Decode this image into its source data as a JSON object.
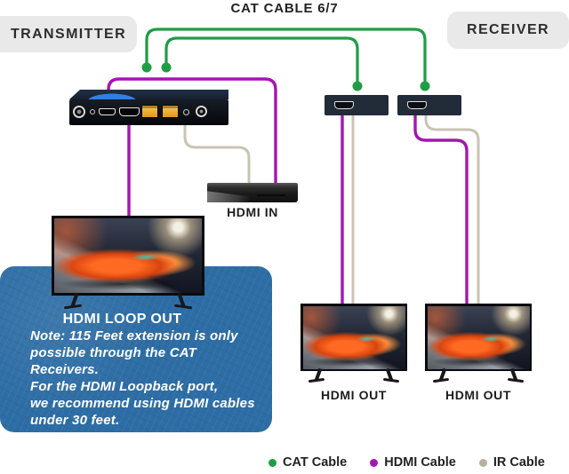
{
  "title": "CAT CABLE 6/7",
  "boxes": {
    "transmitter": "TRANSMITTER",
    "receiver": "RECEIVER"
  },
  "labels": {
    "hdmi_in": "HDMI IN",
    "hdmi_loop_out": "HDMI LOOP OUT",
    "hdmi_out_left": "HDMI OUT",
    "hdmi_out_right": "HDMI OUT"
  },
  "note": "Note: 115 Feet extension is only\npossible through the CAT Receivers.\nFor the HDMI Loopback port,\nwe recommend using HDMI cables\nunder 30 feet.",
  "legend": {
    "items": [
      {
        "name": "cat",
        "label": "CAT Cable",
        "color": "#1f9d45"
      },
      {
        "name": "hdmi",
        "label": "HDMI Cable",
        "color": "#a615b2"
      },
      {
        "name": "ir",
        "label": "IR Cable",
        "color": "#b7b0a2"
      }
    ]
  },
  "colors": {
    "cat_cable": "#1f9d45",
    "hdmi_cable": "#a615b2",
    "ir_cable": "#c9c3b3",
    "note_box": "#2d6da5",
    "label_pill": "#e9e9e9"
  }
}
